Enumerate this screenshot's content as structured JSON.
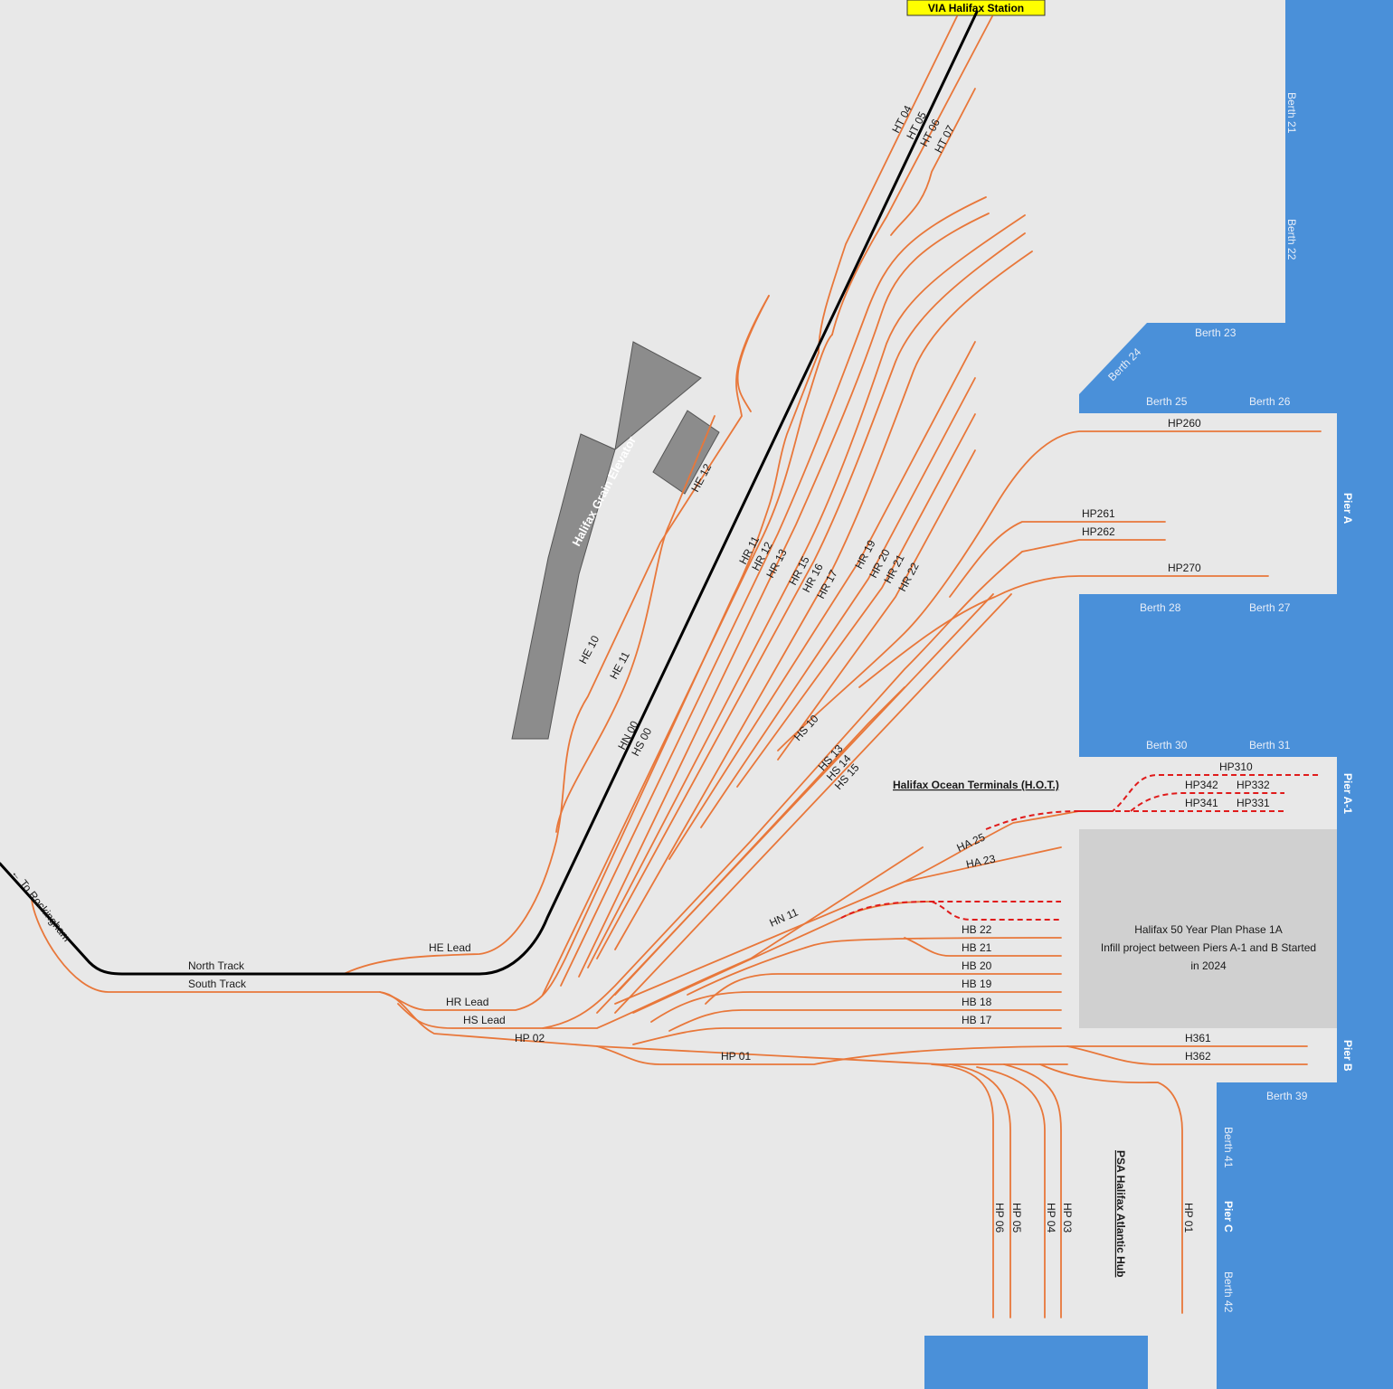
{
  "title": "VIA Halifax Station",
  "elevator_label": "Halifax Grain Elevator",
  "direction_label": "← To Rockingham",
  "hot_label": "Halifax Ocean Terminals (H.O.T.)",
  "psa_label": "PSA Halifax Atlantic Hub",
  "infill": {
    "line1": "Halifax 50 Year Plan Phase 1A",
    "line2": "Infill project between Piers A-1 and B Started",
    "line3": "in 2024"
  },
  "berths": {
    "b21": "Berth 21",
    "b22": "Berth 22",
    "b23": "Berth 23",
    "b24": "Berth 24",
    "b25": "Berth 25",
    "b26": "Berth 26",
    "b27": "Berth 27",
    "b28": "Berth 28",
    "b30": "Berth 30",
    "b31": "Berth 31",
    "b39": "Berth 39",
    "b41": "Berth 41",
    "b42": "Berth 42"
  },
  "piers": {
    "a": "Pier A",
    "a1": "Pier A-1",
    "b": "Pier B",
    "c": "Pier C"
  },
  "tracks": {
    "north": "North Track",
    "south": "South Track",
    "he_lead": "HE Lead",
    "hr_lead": "HR Lead",
    "hs_lead": "HS Lead",
    "hp02": "HP 02",
    "hp01": "HP 01",
    "he10": "HE 10",
    "he11": "HE 11",
    "he12": "HE 12",
    "hn00": "HN 00",
    "hs00": "HS 00",
    "ht04": "HT 04",
    "ht05": "HT 05",
    "ht06": "HT 06",
    "ht07": "HT 07",
    "hr11": "HR 11",
    "hr12": "HR 12",
    "hr13": "HR 13",
    "hr15": "HR 15",
    "hr16": "HR 16",
    "hr17": "HR 17",
    "hr19": "HR 19",
    "hr20": "HR 20",
    "hr21": "HR 21",
    "hr22": "HR 22",
    "hs10": "HS 10",
    "hs13": "HS 13",
    "hs14": "HS 14",
    "hs15": "HS 15",
    "hp260": "HP260",
    "hp261": "HP261",
    "hp262": "HP262",
    "hp270": "HP270",
    "hp310": "HP310",
    "hp342": "HP342",
    "hp332": "HP332",
    "hp341": "HP341",
    "hp331": "HP331",
    "ha25": "HA 25",
    "ha23": "HA 23",
    "hn11": "HN 11",
    "hb22": "HB 22",
    "hb21": "HB 21",
    "hb20": "HB 20",
    "hb19": "HB 19",
    "hb18": "HB 18",
    "hb17": "HB 17",
    "h361": "H361",
    "h362": "H362",
    "hp06": "HP 06",
    "hp05": "HP 05",
    "hp04": "HP 04",
    "hp03": "HP 03",
    "hp01v": "HP 01"
  },
  "colors": {
    "track": "#e8773a",
    "mainline": "#000000",
    "planned": "#e01b1b",
    "water": "#4a90d9",
    "land": "#e8e8e8",
    "infill": "#d0d0d0",
    "building": "#8c8c8c",
    "station_bg": "#ffff00"
  }
}
